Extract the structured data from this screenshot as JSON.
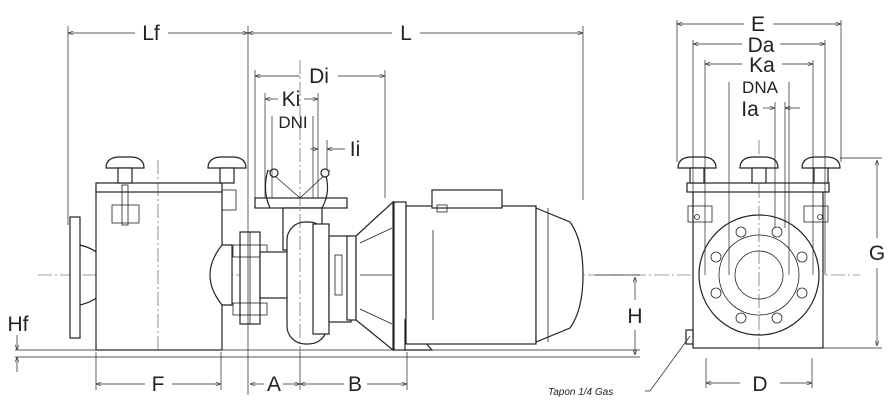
{
  "dimensions": {
    "Lf": "Lf",
    "L": "L",
    "Di": "Di",
    "Ki": "Ki",
    "DNI": "DNI",
    "Ii": "Ii",
    "Hf": "Hf",
    "F": "F",
    "A": "A",
    "B": "B",
    "H": "H",
    "E": "E",
    "Da": "Da",
    "Ka": "Ka",
    "DNA": "DNA",
    "Ia": "Ia",
    "G": "G",
    "D": "D"
  },
  "note": "Tapon 1/4 Gas"
}
